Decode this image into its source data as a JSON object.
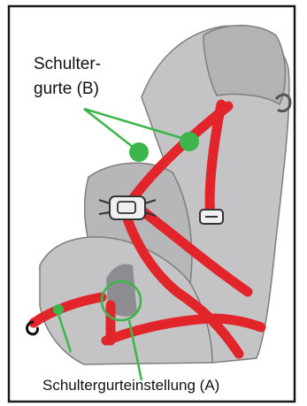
{
  "labels": {
    "shoulder_belts_line1": "Schulter-",
    "shoulder_belts_line2": "gurte (B)",
    "shoulder_belt_adjustment": "Schultergurteinstellung (A)"
  },
  "colors": {
    "frame": "#1a1a1a",
    "seat_fill": "#c4c4c6",
    "seat_shade": "#a9a9ac",
    "seat_outline": "#7e7e82",
    "belt": "#e2252b",
    "callout": "#3cb54a"
  },
  "icons": [
    "child-car-seat-illustration",
    "harness-buckle-icon",
    "chest-clip-icon",
    "belt-hook-icon"
  ]
}
